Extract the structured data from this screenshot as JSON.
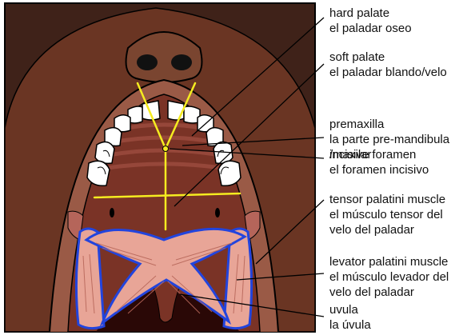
{
  "labels": {
    "hard_palate": [
      "hard palate",
      "el paladar oseo"
    ],
    "soft_palate": [
      "soft palate",
      "el paladar blando/velo"
    ],
    "premaxilla": [
      "premaxilla",
      "la parte pre-mandibula",
      "/maxilar"
    ],
    "incisive_foramen": [
      "incisive foramen",
      "el foramen incisivo"
    ],
    "tensor_palatini": [
      "tensor palatini muscle",
      "el músculo tensor del",
      "velo del paladar"
    ],
    "levator_palatini": [
      "levator palatini muscle",
      "el músculo levador del",
      "velo del paladar"
    ],
    "uvula": [
      "uvula",
      "la úvula"
    ]
  },
  "colors": {
    "frame_bg": "#3f2219",
    "skin": "#6a3523",
    "lip": "#9a5a46",
    "palate": "#7a3326",
    "muscle": "#e8a597",
    "muscle_outline": "#2244dd",
    "suture": "#f5ec20",
    "teeth": "#ffffff",
    "throat": "#2a0806"
  }
}
